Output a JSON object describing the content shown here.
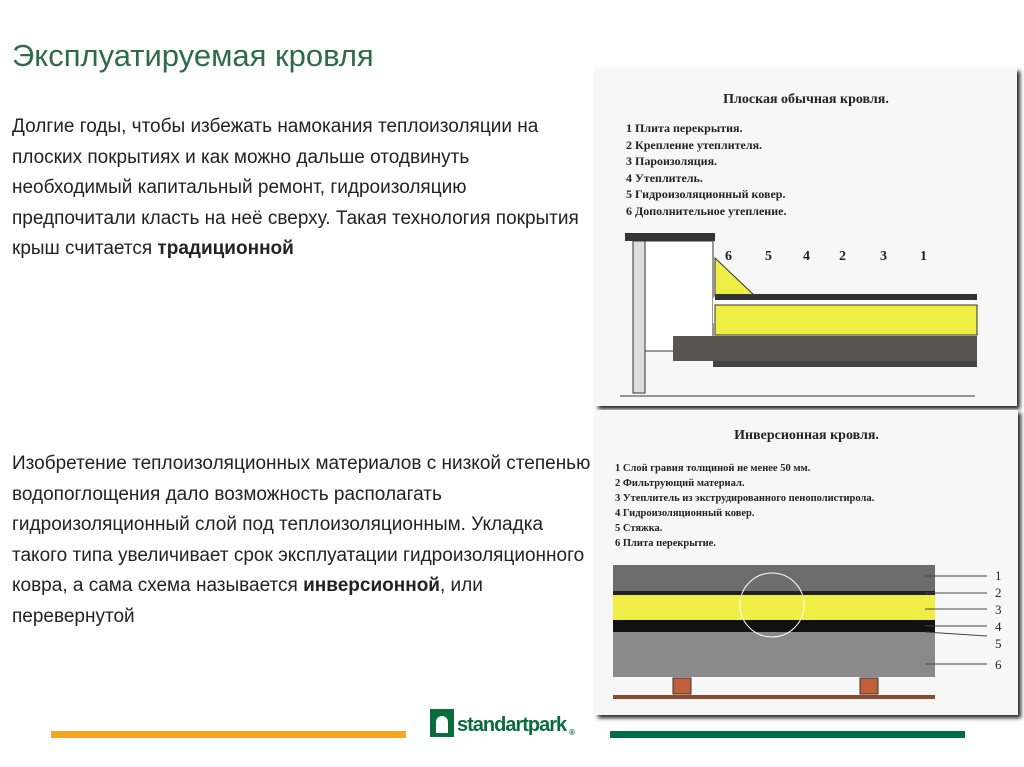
{
  "title": "Эксплуатируемая кровля",
  "paragraph1": {
    "text": "Долгие годы, чтобы избежать намокания теплоизоляции на плоских покрытиях и как можно дальше отодвинуть необходимый капитальный ремонт, гидроизоляцию предпочитали класть на неё сверху. Такая технология покрытия крыш считается ",
    "bold": "традиционной"
  },
  "paragraph2": {
    "text": "Изобретение теплоизоляционных материалов с низкой степенью водопоглощения дало возможность располагать гидроизоляционный слой под теплоизоляционным. Укладка такого типа увеличивает срок эксплуатации гидроизоляционного ковра, а сама схема называется ",
    "bold": "инверсионной",
    "tail": ", или перевернутой"
  },
  "diagram1": {
    "title": "Плоская обычная кровля.",
    "legend": [
      "1 Плита перекрытия.",
      "2 Крепление утеплителя.",
      "3 Пароизоляция.",
      "4 Утеплитель.",
      "5 Гидроизоляционный ковер.",
      "6 Дополнительное утепление."
    ],
    "callouts": [
      "6",
      "5",
      "4",
      "2",
      "3",
      "1"
    ]
  },
  "diagram2": {
    "title": "Инверсионная кровля.",
    "legend": [
      "1 Слой гравия толщиной не менее 50 мм.",
      "2 Фильтрующий материал.",
      "3 Утеплитель из экструдированного пенополистирола.",
      "4 Гидроизоляционный ковер.",
      "5 Стяжка.",
      "6 Плита перекрытие."
    ],
    "callouts": [
      "1",
      "2",
      "3",
      "4",
      "5",
      "6"
    ]
  },
  "logo": {
    "text": "standartpark",
    "mark": "®"
  },
  "colors": {
    "title": "#2e6b4a",
    "orange": "#f5a623",
    "green": "#006d45",
    "insulation": "#eeee44"
  }
}
